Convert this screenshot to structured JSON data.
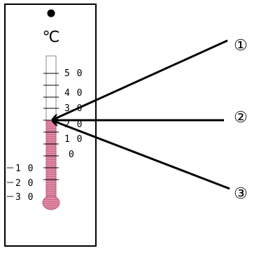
{
  "thermometer": {
    "unit_label": "℃",
    "scale_right": [
      "5 0",
      "4 0",
      "3 0",
      "2 0",
      "1 0",
      "0"
    ],
    "scale_left": [
      "－1 0",
      "－2 0",
      "－3 0"
    ],
    "colors": {
      "liquid": "#e08aa4",
      "liquid_stripe": "#c96a88",
      "frame": "#000000"
    }
  },
  "markers": [
    "①",
    "②",
    "③"
  ]
}
